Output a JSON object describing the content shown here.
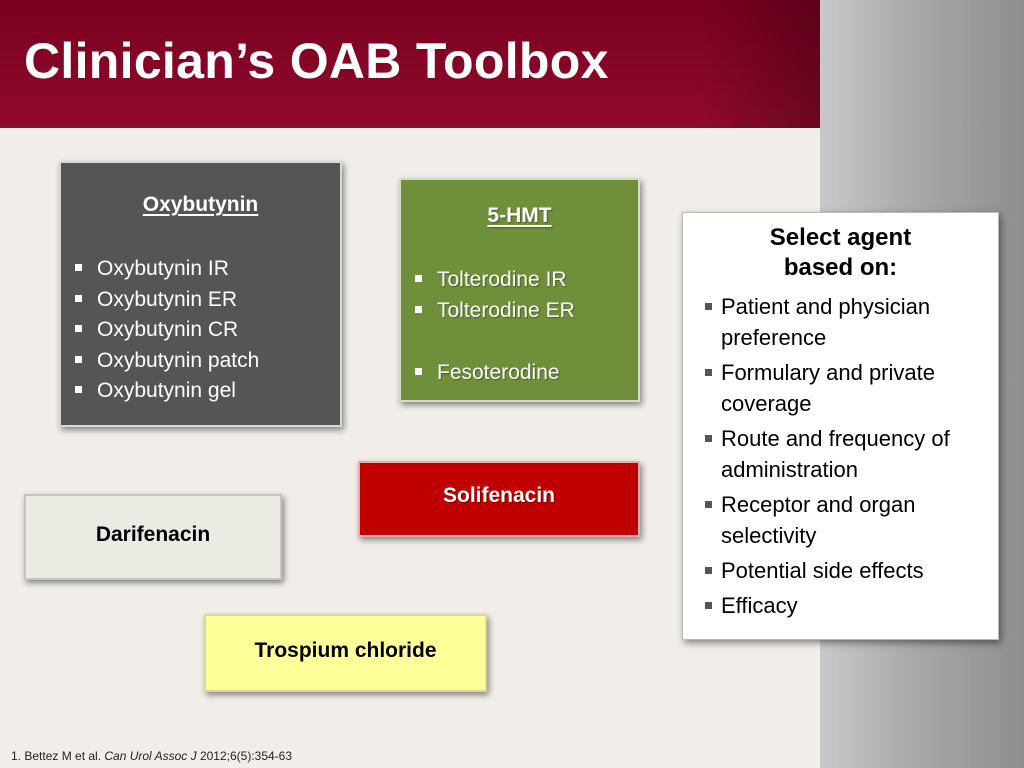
{
  "title": "Clinician’s OAB Toolbox",
  "oxybutynin_box": {
    "heading": "Oxybutynin",
    "items": [
      "Oxybutynin IR",
      "Oxybutynin ER",
      "Oxybutynin CR",
      "Oxybutynin patch",
      "Oxybutynin gel"
    ]
  },
  "hmt_box": {
    "heading": "5-HMT",
    "items": [
      "Tolterodine IR",
      "Tolterodine ER",
      "Fesoterodine"
    ]
  },
  "solifenacin_box": {
    "label": "Solifenacin"
  },
  "darifenacin_box": {
    "label": "Darifenacin"
  },
  "trospium_box": {
    "label": "Trospium chloride"
  },
  "select_box": {
    "heading_line1": "Select agent",
    "heading_line2": "based on:",
    "criteria": [
      "Patient and physician preference",
      "Formulary and private coverage",
      "Route and frequency of administration",
      "Receptor and organ selectivity",
      "Potential side effects",
      "Efficacy"
    ]
  },
  "footnote": {
    "prefix": "1. Bettez M et al. ",
    "journal": "Can Urol Assoc J",
    "citation": " 2012;6(5):354-63"
  },
  "colors": {
    "title_bar": "#8f0a2c",
    "oxybutynin_box": "#555555",
    "hmt_box": "#6f8f3a",
    "solifenacin_box": "#c00000",
    "darifenacin_box": "#ecebe3",
    "trospium_box": "#ffff99"
  }
}
